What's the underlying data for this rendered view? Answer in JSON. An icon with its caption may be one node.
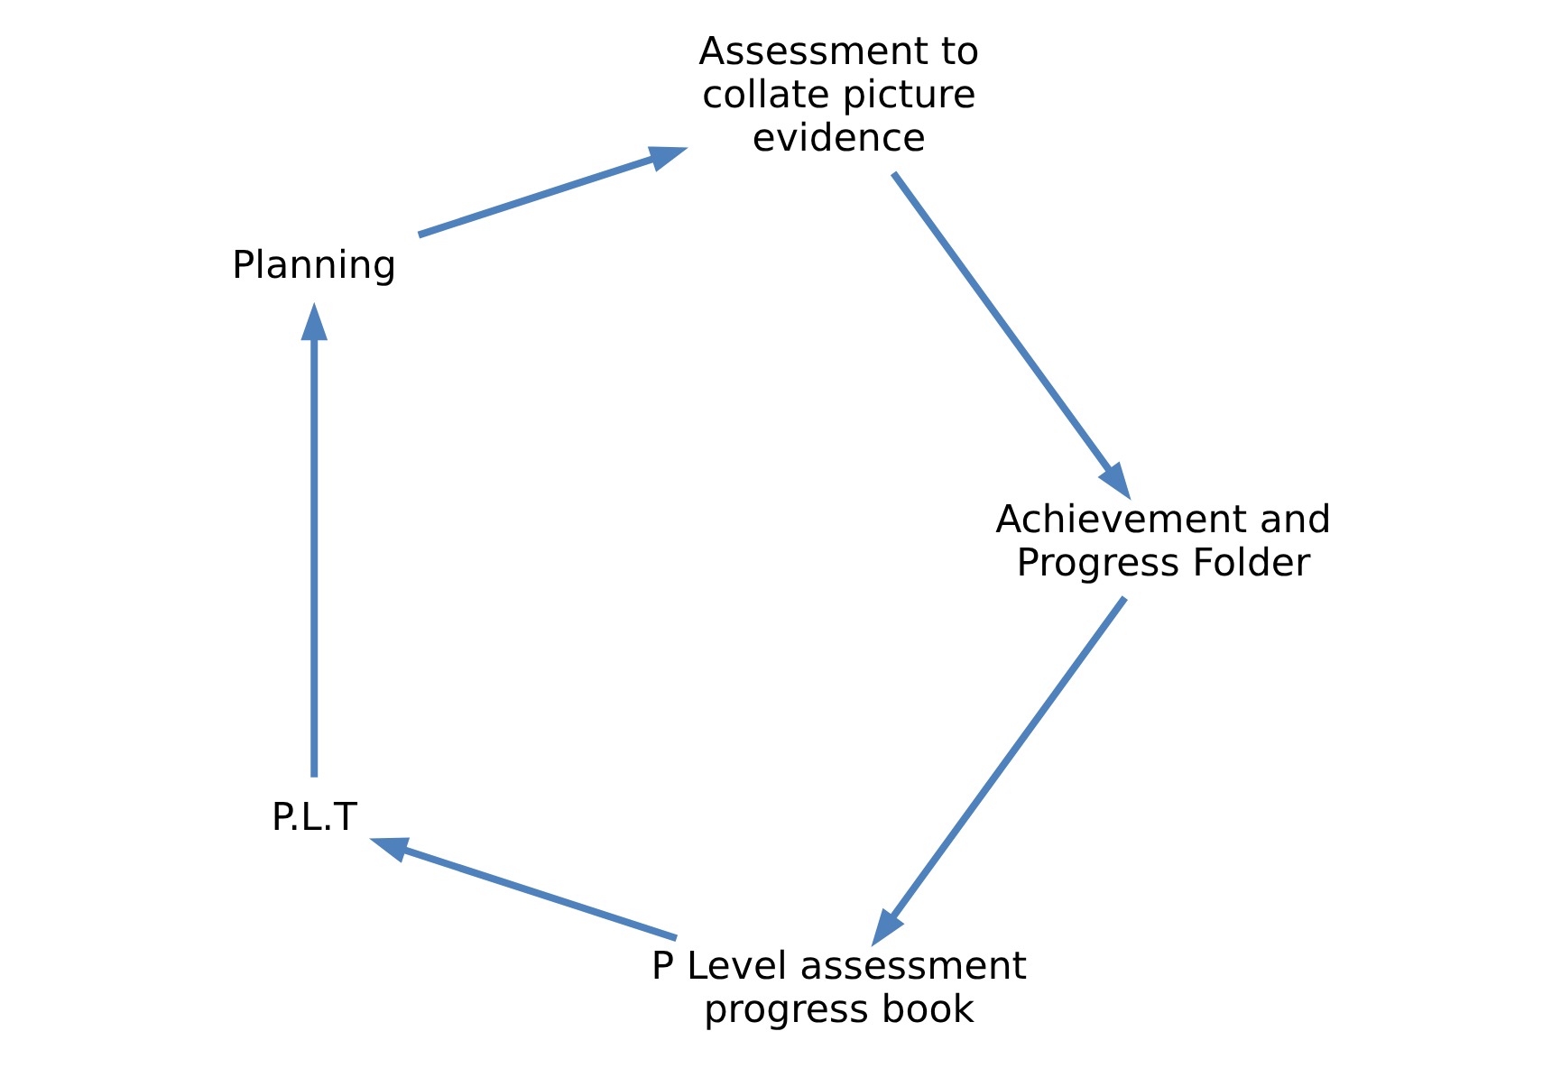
{
  "diagram": {
    "nodes": [
      {
        "text": [
          "P Level assessment progress book"
        ]
      },
      {
        "text": [
          "P.L.T"
        ]
      },
      {
        "text": [
          "Planning"
        ]
      },
      {
        "text": [
          "Assessment to collate picture evidence"
        ]
      },
      {
        "text": [
          "Achievement and Progress Folder"
        ]
      }
    ],
    "edges": [
      {
        "from": 0,
        "to": 1,
        "arrow": "to"
      },
      {
        "from": 1,
        "to": 2,
        "arrow": "to"
      },
      {
        "from": 2,
        "to": 3,
        "arrow": "to"
      },
      {
        "from": 3,
        "to": 4,
        "arrow": "to"
      },
      {
        "from": 4,
        "to": 0,
        "arrow": "to"
      }
    ]
  }
}
